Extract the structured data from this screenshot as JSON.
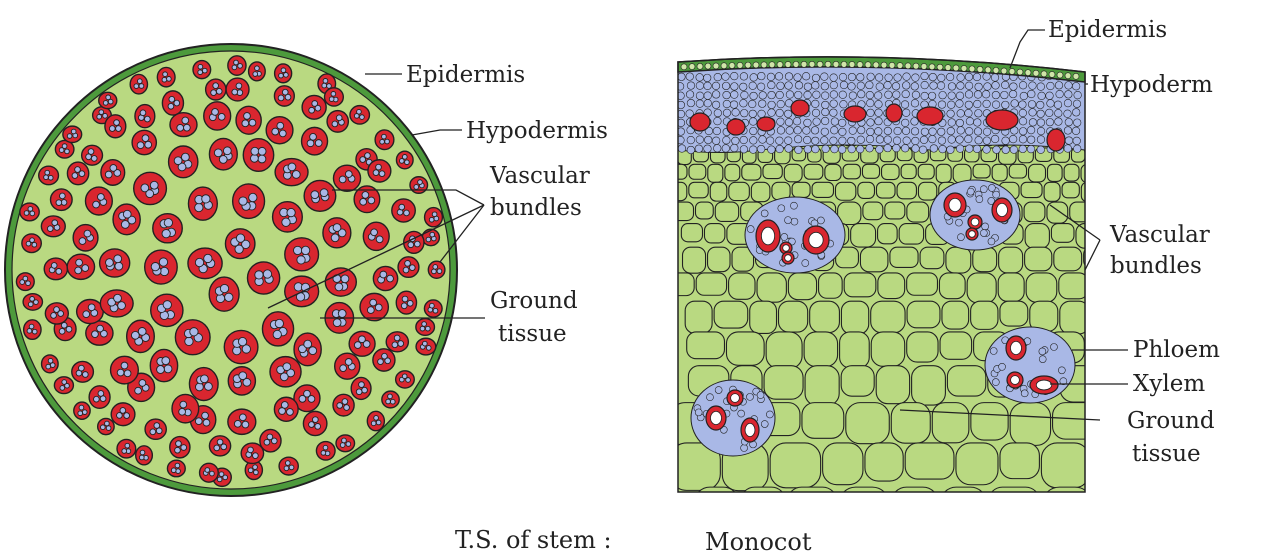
{
  "colors": {
    "ground": "#b9d981",
    "epidermis": "#4d9a3c",
    "bundle": "#d9262f",
    "phloem": "#a9b8e6",
    "xylem_wall": "#ffffff",
    "outline": "#222222"
  },
  "left_figure": {
    "labels": {
      "epidermis": "Epidermis",
      "hypodermis": "Hypodermis",
      "vascular_1": "Vascular",
      "vascular_2": "bundles",
      "ground_1": "Ground",
      "ground_2": "tissue"
    }
  },
  "right_figure": {
    "labels": {
      "epidermis": "Epidermis",
      "hypoderm": "Hypoderm",
      "vascular_1": "Vascular",
      "vascular_2": "bundles",
      "phloem": "Phloem",
      "xylem": "Xylem",
      "ground_1": "Ground",
      "ground_2": "tissue"
    }
  },
  "caption": {
    "prefix": "T.S. of stem :",
    "type": "Monocot"
  }
}
